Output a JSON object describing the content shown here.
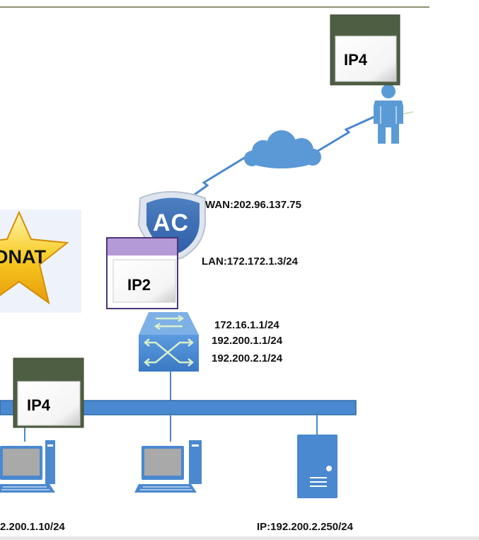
{
  "dnat": {
    "label": "DNAT"
  },
  "ac_device": {
    "label": "AC"
  },
  "policy_boxes": [
    {
      "label": "IP4"
    },
    {
      "label": "IP2"
    },
    {
      "label": "IP4"
    }
  ],
  "wan": {
    "label": "WAN:202.96.137.75"
  },
  "lan": {
    "label": "LAN:172.172.1.3/24"
  },
  "switch_ips": [
    "172.16.1.1/24",
    "192.200.1.1/24",
    "192.200.2.1/24"
  ],
  "hosts": {
    "pc_left_ip": "2.200.1.10/24",
    "server_ip": "IP:192.200.2.250/24"
  },
  "colors": {
    "network_blue": "#4a88cf",
    "policy_header": "#4e5e42",
    "ip2_header": "#b59ad8",
    "star": "#f6c012",
    "cloud": "#5b98d6"
  }
}
